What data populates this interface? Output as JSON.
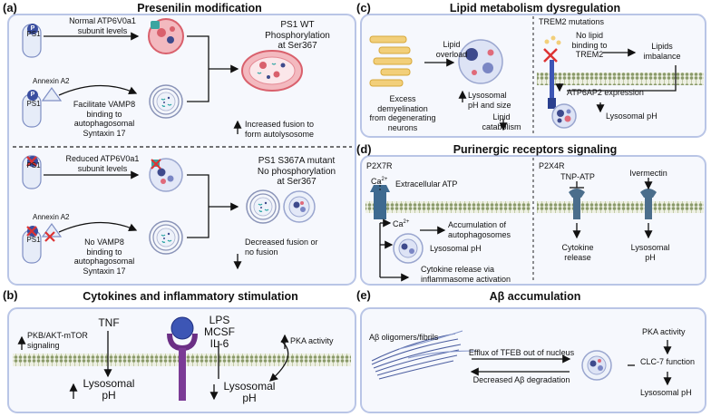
{
  "colors": {
    "panel_border": "#b9c5e6",
    "panel_fill": "#f6f8fd",
    "membrane": "#8a9a6a",
    "lysosome": "#3e4a8c",
    "autolysosome": "#d9606c"
  },
  "panel_a": {
    "letter": "(a)",
    "title": "Presenilin modification",
    "ps1": "PS1",
    "p_badge": "P",
    "annexin": "Annexin A2",
    "normal": "Normal ATP6V0a1\nsubunit levels",
    "facilitate": "Facilitate VAMP8\nbinding to\nautophagosomal\nSyntaxin 17",
    "wt": "PS1 WT\nPhosphorylation\nat Ser367",
    "increased": "Increased fusion to\nform autolysosome",
    "reduced": "Reduced ATP6V0a1\nsubunit levels",
    "novamp": "No VAMP8\nbinding to\nautophagosomal\nSyntaxin 17",
    "mutant": "PS1 S367A mutant\nNo phosphorylation\nat Ser367",
    "decreased": "Decreased fusion or\nno fusion"
  },
  "panel_b": {
    "letter": "(b)",
    "title": "Cytokines and inflammatory stimulation",
    "pkb": "PKB/AKT-mTOR\nsignaling",
    "tnf": "TNF",
    "lyso1": "Lysosomal\npH",
    "lps": "LPS\nMCSF\nIL-6",
    "pka": "PKA activity",
    "lyso2": "Lysosomal\npH"
  },
  "panel_c": {
    "letter": "(c)",
    "title": "Lipid metabolism dysregulation",
    "overload": "Lipid\noverload",
    "demyel": "Excess\ndemyelination\nfrom degenerating\nneurons",
    "ph_size": "Lysosomal\npH and size",
    "catab": "Lipid\ncatabolism",
    "trem2": "TREM2 mutations",
    "nolipid": "No lipid\nbinding to\nTREM2",
    "imbalance": "Lipids\nimbalance",
    "atp6ap2": "ATP6AP2 expression",
    "lysoph": "Lysosomal pH"
  },
  "panel_d": {
    "letter": "(d)",
    "title": "Purinergic receptors signaling",
    "p2x7r": "P2X7R",
    "ca": "Ca",
    "ca_sup": "2+",
    "extra": "Extracellular ATP",
    "accum": "Accumulation of\nautophagosomes",
    "lysoph": "Lysosomal pH",
    "cytorel": "Cytokine release via\ninflammasome activation",
    "p2x4r": "P2X4R",
    "tnpatp": "TNP-ATP",
    "ivermectin": "Ivermectin",
    "cytokine": "Cytokine\nrelease",
    "lysoph2": "Lysosomal\npH"
  },
  "panel_e": {
    "letter": "(e)",
    "title": "Aβ accumulation",
    "oligo": "Aβ oligomers/fibrils",
    "efflux": "Efflux of TFEB out of nucleus",
    "degr": "Decreased Aβ degradation",
    "pka": "PKA activity",
    "clc7": "CLC-7 function",
    "lysoph": "Lysosomal pH"
  }
}
